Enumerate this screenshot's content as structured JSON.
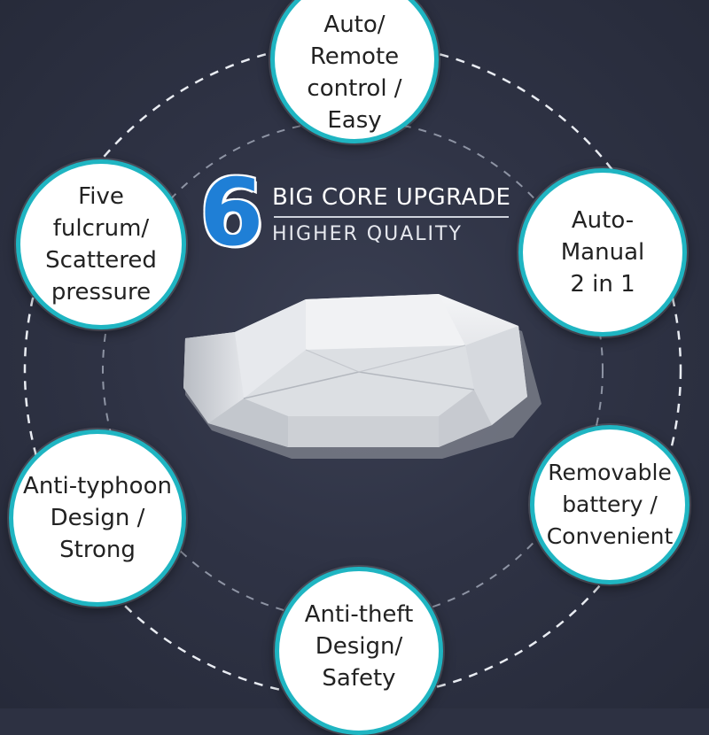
{
  "headline": {
    "number": "6",
    "line1": "BIG CORE UPGRADE",
    "line2": "HIGHER QUALITY"
  },
  "features": {
    "top": "Auto/\nRemote\ncontrol /\nEasy",
    "upper_left": "Five\nfulcrum/\nScattered\npressure",
    "upper_right": "Auto-\nManual\n2 in 1",
    "lower_left": "Anti-typhoon\nDesign /\nStrong",
    "lower_right": "Removable\nbattery /\nConvenient",
    "bottom": "Anti-theft\nDesign/\nSafety"
  },
  "colors": {
    "background": "#2d3142",
    "accent_ring": "#1fb5c2",
    "number_blue": "#1f7fd6"
  }
}
